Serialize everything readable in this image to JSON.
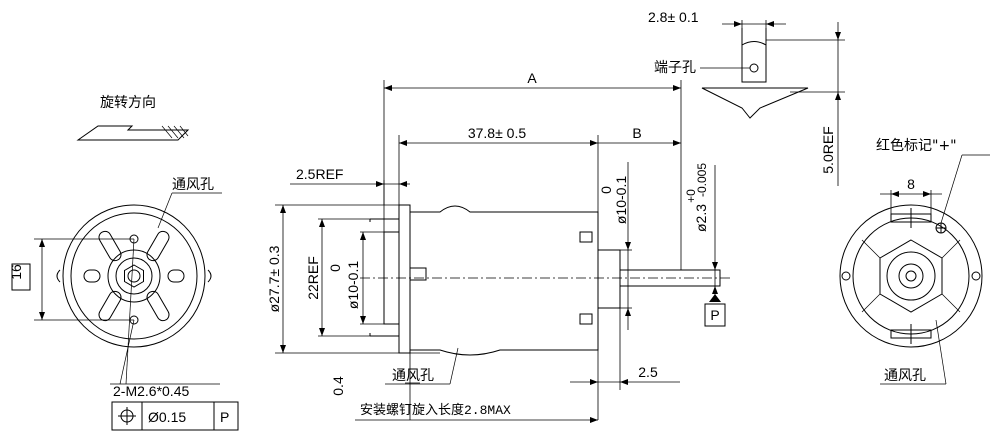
{
  "labels": {
    "rotation_direction": "旋转方向",
    "vent_hole_left": "通风孔",
    "vent_hole_center": "通风孔",
    "vent_hole_right": "通风孔",
    "terminal_hole": "端子孔",
    "red_mark": "红色标记\"+\"",
    "screw_depth": "安装螺钉旋入长度2.8MAX"
  },
  "dimensions": {
    "terminal_width": "2.8± 0.1",
    "dim_A": "A",
    "dim_B": "B",
    "body_length": "37.8± 0.5",
    "ref_25": "2.5REF",
    "ref_50": "5.0REF",
    "width_8": "8",
    "height_16": "16",
    "dia_277": "ø27.7± 0.3",
    "ref_22": "22REF",
    "tol_0_left": "0",
    "dia_10_left": "ø10-0.1",
    "tol_0_right": "0",
    "dia_10_right": "ø10-0.1",
    "dia_23": "ø2.3",
    "tol_plus": "+0",
    "tol_minus": "-0.005",
    "dim_04": "0.4",
    "dim_25_right": "2.5",
    "datum_p1": "P",
    "datum_p2": "P",
    "thread_spec": "2-M2.6*0.45",
    "tol_symbol": "⌖",
    "tol_value": "Ø0.15",
    "tol_datum": "P"
  }
}
